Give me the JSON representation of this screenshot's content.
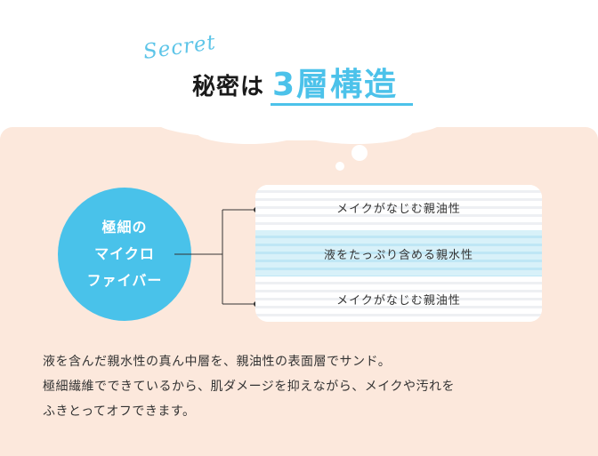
{
  "header": {
    "script_word": "Secret",
    "title_lead": "秘密は",
    "title_highlight": "3層構造"
  },
  "diagram": {
    "circle_lines": [
      "極細の",
      "マイクロ",
      "ファイバー"
    ],
    "layers": [
      {
        "label": "メイクがなじむ親油性",
        "kind": "oil"
      },
      {
        "label": "液をたっぷり含める親水性",
        "kind": "water"
      },
      {
        "label": "メイクがなじむ親油性",
        "kind": "oil"
      }
    ]
  },
  "description": {
    "lines": [
      "液を含んだ親水性の真ん中層を、親油性の表面層でサンド。",
      "極細繊維でできているから、肌ダメージを抑えながら、メイクや汚れを",
      "ふきとってオフできます。"
    ]
  },
  "colors": {
    "accent": "#4cc2ea",
    "panel": "#fce8dc"
  }
}
